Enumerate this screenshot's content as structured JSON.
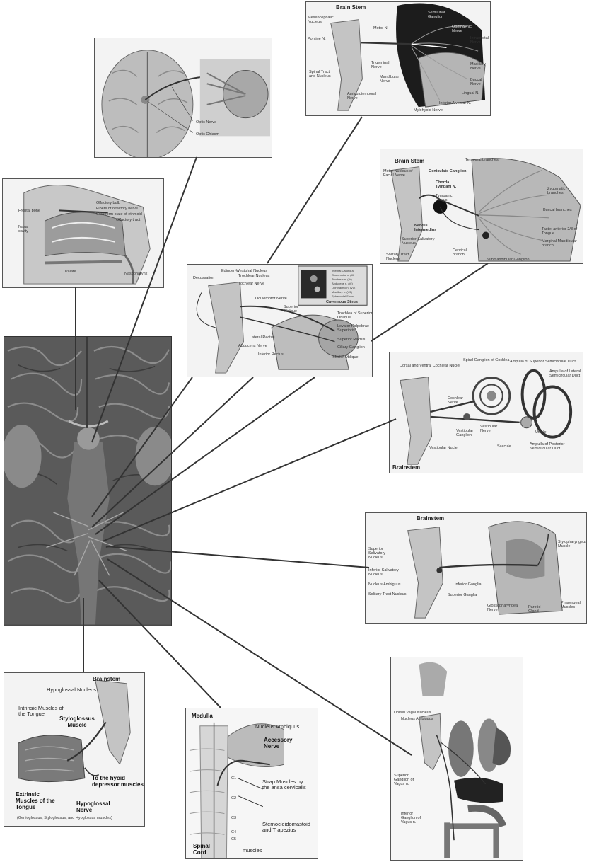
{
  "optic": {
    "labels": [
      "Optic Nerve",
      "Optic Chiasm"
    ]
  },
  "olfactory": {
    "labels": [
      "Frontal bone",
      "Olfactory bulb",
      "Fibers of olfactory nerve",
      "Cribriform plate of ethmoid",
      "Olfactory tract",
      "Nasal cavity",
      "Palate",
      "Nasopharynx"
    ]
  },
  "trigeminal": {
    "header": "Brain Stem",
    "labels": [
      "Mesencephalic Nucleus",
      "Pontine N.",
      "Spinal Tract and Nucleus",
      "Motor N.",
      "Trigeminal Nerve",
      "Mandibular Nerve",
      "Auriculotemporal Nerve",
      "Semilunar Ganglion",
      "Ophthalmic Nerve",
      "Infraorbital Nerve",
      "Maxillary Nerve",
      "Buccal Nerve",
      "Lingual N.",
      "Inferior Alveolar N.",
      "Mylohyoid Nerve"
    ]
  },
  "facial": {
    "header": "Brain Stem",
    "labels": [
      "Motor Nucleus of Facial Nerve",
      "Geniculate Ganglion",
      "Chorda Tympani N.",
      "Tympanic Plexus",
      "Nervus Intermedius",
      "Superior Salivatory Nucleus",
      "Solitary Tract Nucleus",
      "Cervical branch",
      "Submandibular Ganglion",
      "Temporal branches",
      "Zygomatic branches",
      "Buccal branches",
      "Taste: anterior 2/3 of Tongue",
      "Marginal Mandibular branch"
    ]
  },
  "oculomotor": {
    "labels": [
      "Decussation",
      "Edinger-Westphal Nucleus",
      "Trochlear Nucleus",
      "Trochlear Nerve",
      "Oculomotor Nerve",
      "Superior Oblique",
      "Lateral Rectus",
      "Abducens Nerve",
      "Inferior Rectus",
      "Trochlea of Superior Oblique",
      "Levator Palpebrae Superioris",
      "Superior Rectus",
      "Ciliary Ganglion",
      "Inferior Oblique"
    ],
    "inset_title": "Cavernous Sinus",
    "inset_labels": [
      "Internal Carotid a.",
      "Oculomotor n. (III)",
      "Trochlear n. (IV)",
      "Abducens n. (VI)",
      "Ophthalmic n. (V1)",
      "Maxillary n. (V2)",
      "Sphenoidal Sinus"
    ]
  },
  "vestibulocochlear": {
    "header": "Brainstem",
    "labels": [
      "Dorsal and Ventral Cochlear Nuclei",
      "Spiral Ganglion of Cochlea",
      "Ampulla of Superior Semicircular Duct",
      "Ampulla of Lateral Semicircular Duct",
      "Cochlear Nerve",
      "Vestibular Ganglion",
      "Vestibular Nerve",
      "Utricle",
      "Vestibular Nuclei",
      "Saccule",
      "Ampulla of Posterior Semicircular Duct"
    ]
  },
  "glossopharyngeal": {
    "header": "Brainstem",
    "labels": [
      "Superior Salivatory Nucleus",
      "Inferior Salivatory Nucleus",
      "Nucleus Ambiguus",
      "Solitary Tract Nucleus",
      "Inferior Ganglia",
      "Superior Ganglia",
      "Glossopharyngeal Nerve",
      "Parotid Gland",
      "Stylopharyngeus Muscle",
      "Pharyngeal Muscles"
    ]
  },
  "hypoglossal": {
    "header": "Brainstem",
    "labels": [
      "Hypoglossal Nucleus",
      "Intrinsic Muscles of the Tongue",
      "Styloglossus Muscle",
      "To the hyoid depressor muscles",
      "Extrinsic Muscles of the Tongue",
      "Hypoglossal Nerve"
    ],
    "footnote": "(Genioglossus, Styloglossus, and Hyoglossus muscles)"
  },
  "accessory": {
    "labels": [
      "Medulla",
      "Nucleus Ambiquus",
      "Accessory Nerve",
      "Strap Muscles by the ansa cervicalis",
      "Sternocleidomastoid and Trapezius",
      "Spinal Cord",
      "muscles"
    ],
    "segments": [
      "C1",
      "C2",
      "C3",
      "C4",
      "C5"
    ]
  },
  "vagus": {
    "labels": [
      "Dorsal Vagal Nucleus",
      "Nucleus Ambiguus",
      "Superior Ganglion of Vagus n.",
      "Inferior Ganglion of Vagus n."
    ]
  }
}
